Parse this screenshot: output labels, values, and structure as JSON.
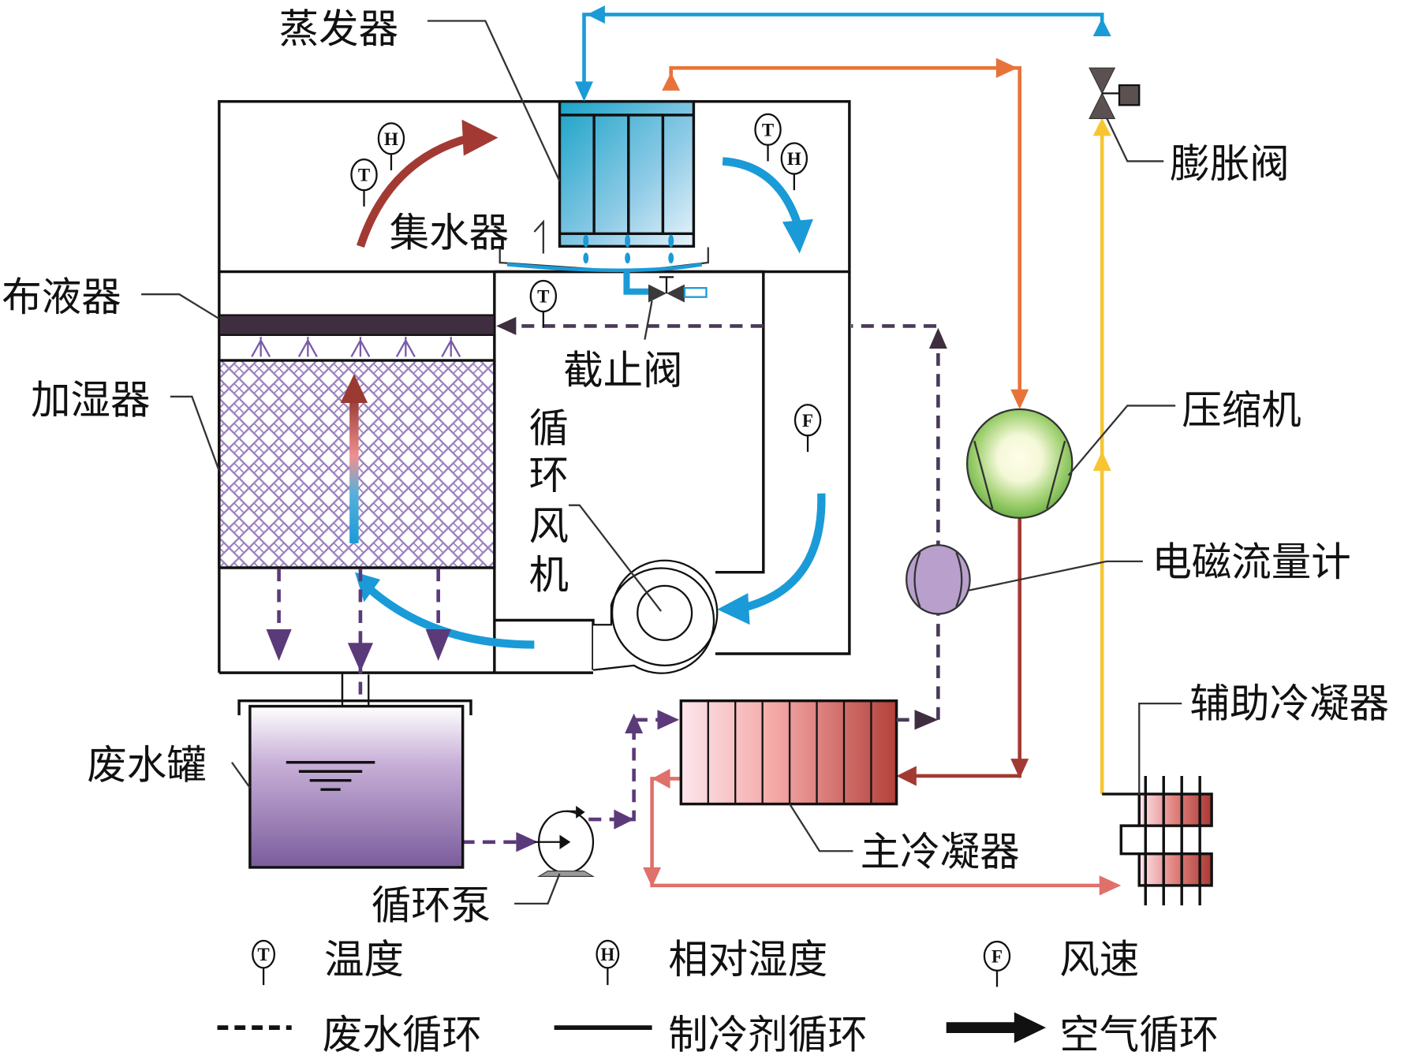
{
  "title": "Evaporative humidification-dehumidification wastewater treatment system schematic",
  "components": {
    "evaporator": "蒸发器",
    "water_collector": "集水器",
    "liquid_distributor": "布液器",
    "humidifier": "加湿器",
    "stop_valve": "截止阀",
    "circulation_fan": "循环风机",
    "expansion_valve": "膨胀阀",
    "compressor": "压缩机",
    "em_flowmeter": "电磁流量计",
    "aux_condenser": "辅助冷凝器",
    "main_condenser": "主冷凝器",
    "waste_tank": "废水罐",
    "circulation_pump": "循环泵"
  },
  "fan_label_chars": [
    "循",
    "环",
    "风",
    "机"
  ],
  "sensors": {
    "T": "T",
    "H": "H",
    "F": "F"
  },
  "legend": {
    "temperature": {
      "symbol": "T",
      "label": "温度"
    },
    "humidity": {
      "symbol": "H",
      "label": "相对湿度"
    },
    "airspeed": {
      "symbol": "F",
      "label": "风速"
    },
    "wastewater": {
      "label": "废水循环"
    },
    "refrigerant": {
      "label": "制冷剂循环"
    },
    "air": {
      "label": "空气循环"
    }
  },
  "colors": {
    "refrigerant_cold": "#1a9bd7",
    "refrigerant_hot": "#e8733a",
    "refrigerant_liquid": "#f7c531",
    "refrigerant_cond": "#a23a33",
    "refrigerant_sub": "#e0706a",
    "wastewater": "#5b3a7a",
    "air_hot": "#a23a33",
    "air_cold": "#1a9bd7",
    "compressor": "#7cc04a",
    "flowmeter": "#b9a0cc",
    "distributor": "#3e2e3f"
  }
}
